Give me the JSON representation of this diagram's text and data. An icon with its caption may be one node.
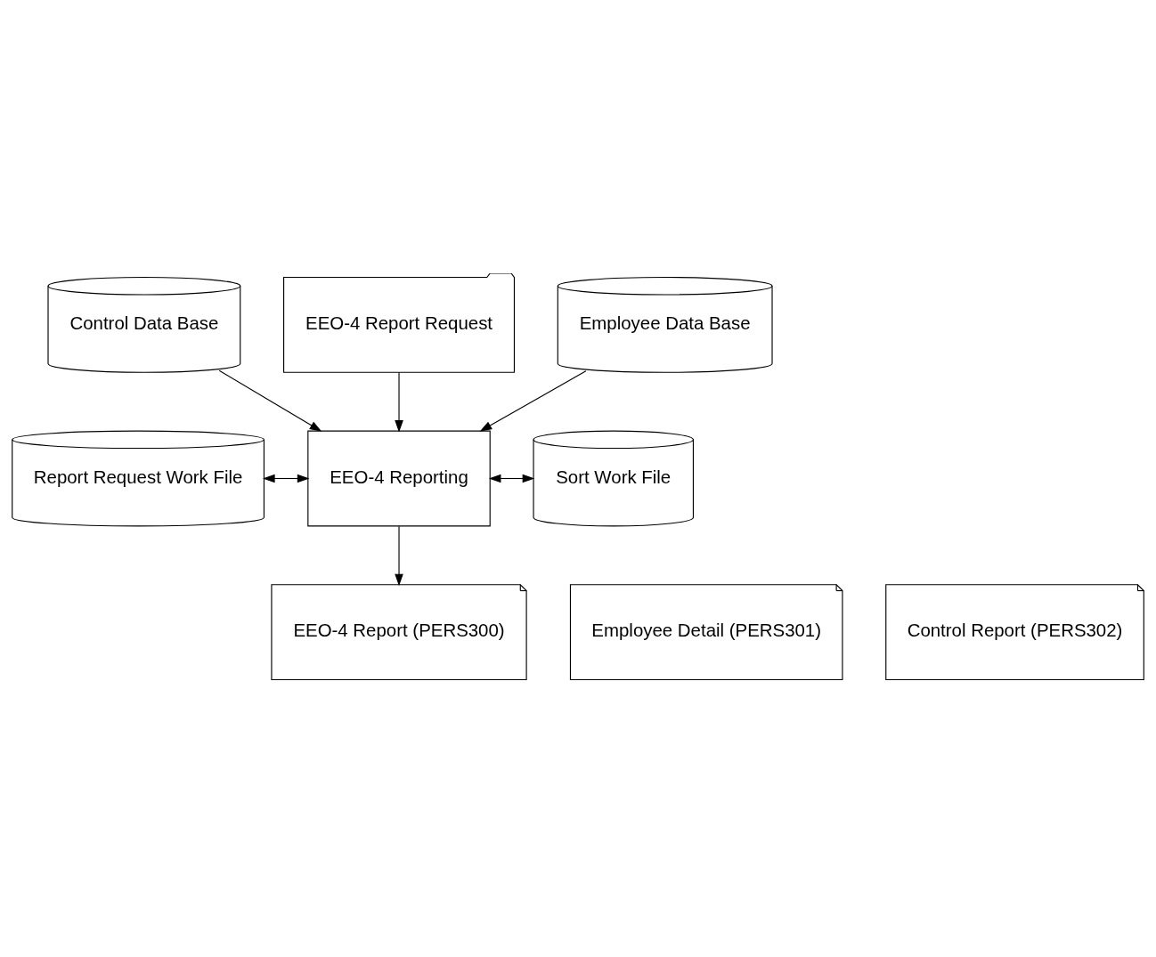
{
  "diagram": {
    "nodes": [
      {
        "text": [
          "Control Data Base"
        ]
      },
      {
        "text": [
          "EEO-4 Report Request"
        ]
      },
      {
        "text": [
          "Employee Data Base"
        ]
      },
      {
        "text": [
          "Report Request Work File"
        ]
      },
      {
        "text": [
          "EEO-4 Reporting"
        ]
      },
      {
        "text": [
          "Sort Work File"
        ]
      },
      {
        "text": [
          "EEO-4 Report (PERS300)"
        ]
      },
      {
        "text": [
          "Employee Detail (PERS301)"
        ]
      },
      {
        "text": [
          "Control Report (PERS302)"
        ]
      }
    ],
    "edges": [
      {
        "from": 0,
        "to": 4,
        "arrow": "to"
      },
      {
        "from": 1,
        "to": 4,
        "arrow": "to"
      },
      {
        "from": 2,
        "to": 4,
        "arrow": "to"
      },
      {
        "from": 3,
        "to": 4,
        "arrow": "both"
      },
      {
        "from": 4,
        "to": 5,
        "arrow": "both"
      },
      {
        "from": 4,
        "to": 6,
        "arrow": "to"
      }
    ]
  }
}
